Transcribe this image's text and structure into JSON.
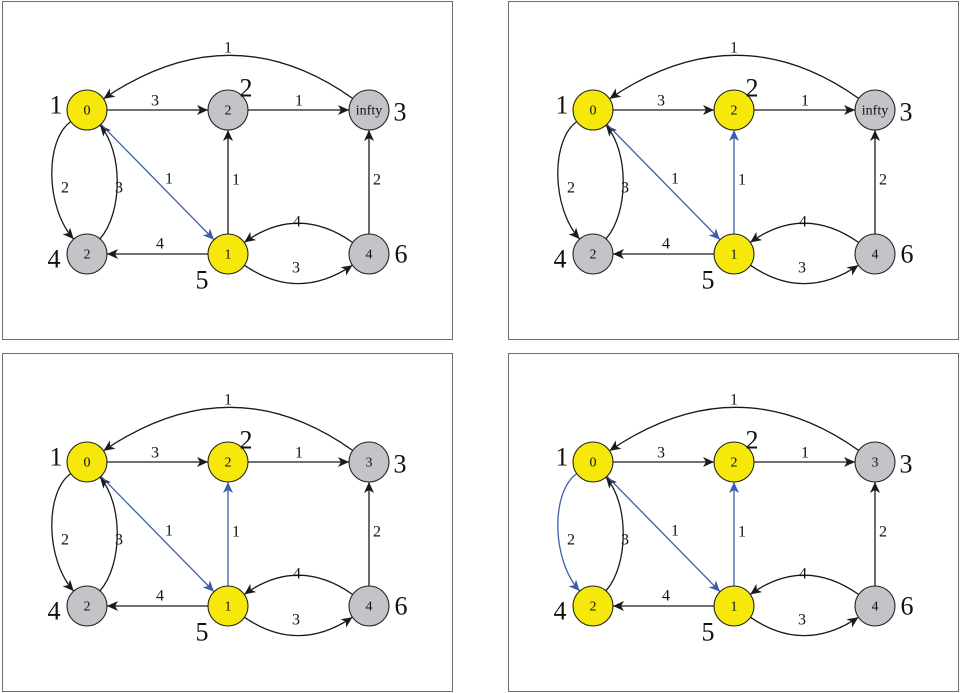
{
  "colors": {
    "visited": "#f5e80a",
    "unvisited": "#c4c4c8",
    "edge": "#1a1a1a",
    "tree_edge": "#3b5ea8"
  },
  "graph": {
    "nodes": [
      {
        "id": 1,
        "label": "1"
      },
      {
        "id": 2,
        "label": "2"
      },
      {
        "id": 3,
        "label": "3"
      },
      {
        "id": 4,
        "label": "4"
      },
      {
        "id": 5,
        "label": "5"
      },
      {
        "id": 6,
        "label": "6"
      }
    ],
    "edges": [
      {
        "from": 3,
        "to": 1,
        "weight": "1"
      },
      {
        "from": 1,
        "to": 2,
        "weight": "3"
      },
      {
        "from": 2,
        "to": 3,
        "weight": "1"
      },
      {
        "from": 1,
        "to": 4,
        "weight": "2"
      },
      {
        "from": 4,
        "to": 1,
        "weight": "3"
      },
      {
        "from": 1,
        "to": 5,
        "weight": "1"
      },
      {
        "from": 5,
        "to": 2,
        "weight": "1"
      },
      {
        "from": 5,
        "to": 4,
        "weight": "4"
      },
      {
        "from": 5,
        "to": 6,
        "weight": "3"
      },
      {
        "from": 6,
        "to": 5,
        "weight": "4"
      },
      {
        "from": 6,
        "to": 3,
        "weight": "2"
      }
    ]
  },
  "panels": [
    {
      "values": {
        "1": "0",
        "2": "2",
        "3": "infty",
        "4": "2",
        "5": "1",
        "6": "4"
      },
      "visited": [
        1,
        5
      ],
      "tree_edges": [
        "1-5"
      ]
    },
    {
      "values": {
        "1": "0",
        "2": "2",
        "3": "infty",
        "4": "2",
        "5": "1",
        "6": "4"
      },
      "visited": [
        1,
        5,
        2
      ],
      "tree_edges": [
        "1-5",
        "5-2"
      ]
    },
    {
      "values": {
        "1": "0",
        "2": "2",
        "3": "3",
        "4": "2",
        "5": "1",
        "6": "4"
      },
      "visited": [
        1,
        5,
        2
      ],
      "tree_edges": [
        "1-5",
        "5-2"
      ]
    },
    {
      "values": {
        "1": "0",
        "2": "2",
        "3": "3",
        "4": "2",
        "5": "1",
        "6": "4"
      },
      "visited": [
        1,
        5,
        2,
        4
      ],
      "tree_edges": [
        "1-5",
        "5-2",
        "1-4"
      ]
    }
  ]
}
